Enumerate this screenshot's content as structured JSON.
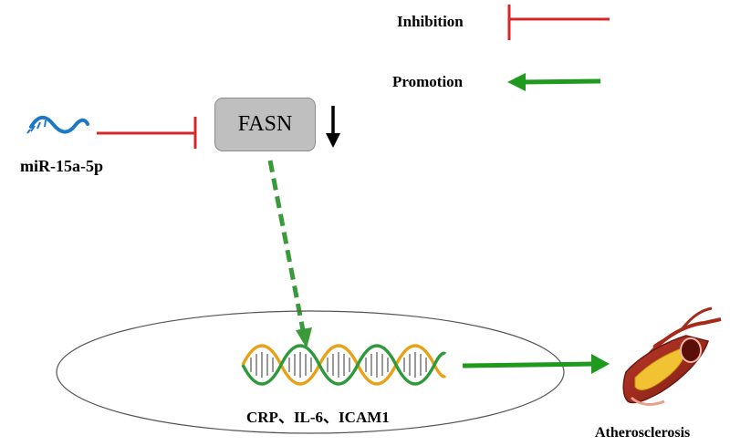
{
  "legend": {
    "inhibition_label": "Inhibition",
    "promotion_label": "Promotion",
    "inhibition_color": "#d62828",
    "promotion_color": "#1f9a1f"
  },
  "nodes": {
    "mirna": "miR-15a-5p",
    "fasn": "FASN",
    "genes": "CRP、IL-6、ICAM1",
    "disease": "Atherosclerosis"
  },
  "edges": [
    {
      "from": "miR-15a-5p",
      "to": "FASN",
      "type": "inhibition"
    },
    {
      "from": "FASN",
      "to": "CRP、IL-6、ICAM1",
      "type": "promotion",
      "style": "dashed"
    },
    {
      "from": "CRP、IL-6、ICAM1",
      "to": "Atherosclerosis",
      "type": "promotion"
    }
  ],
  "fasn_trend": "down-arrow-icon",
  "icons": [
    "mirna-strand-icon",
    "dna-helix-icon",
    "artery-plaque-icon"
  ]
}
